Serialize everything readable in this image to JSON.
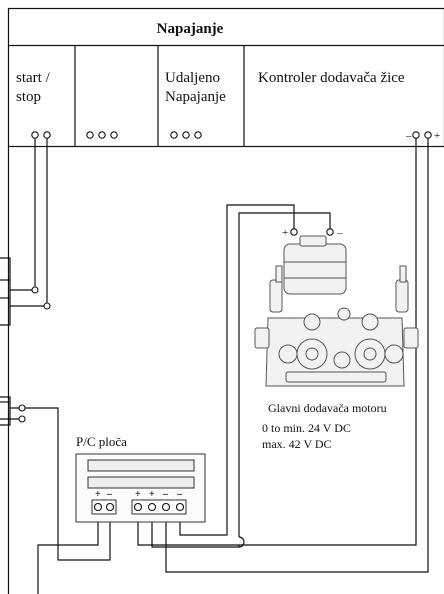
{
  "header": {
    "title": "Napajanje"
  },
  "columns": [
    {
      "label_line1": "start /",
      "label_line2": "stop"
    },
    {
      "label_line1": "",
      "label_line2": ""
    },
    {
      "label_line1": "Udaljeno",
      "label_line2": "Napajanje"
    },
    {
      "label_line1": "Kontroler dodavača žice",
      "label_line2": ""
    }
  ],
  "terminal_signs": {
    "minus": "–",
    "plus": "+"
  },
  "motor": {
    "caption": "Glavni dodavača motoru",
    "spec_line1": "0 to min. 24 V DC",
    "spec_line2": "max. 42 V DC"
  },
  "pc_board": {
    "label": "P/C ploča",
    "pin_signs": [
      "+",
      "–",
      "+",
      "+",
      "–",
      "–"
    ]
  },
  "colors": {
    "line": "#111111",
    "motor_fill": "#f2f2f2",
    "motor_stroke": "#555555"
  }
}
